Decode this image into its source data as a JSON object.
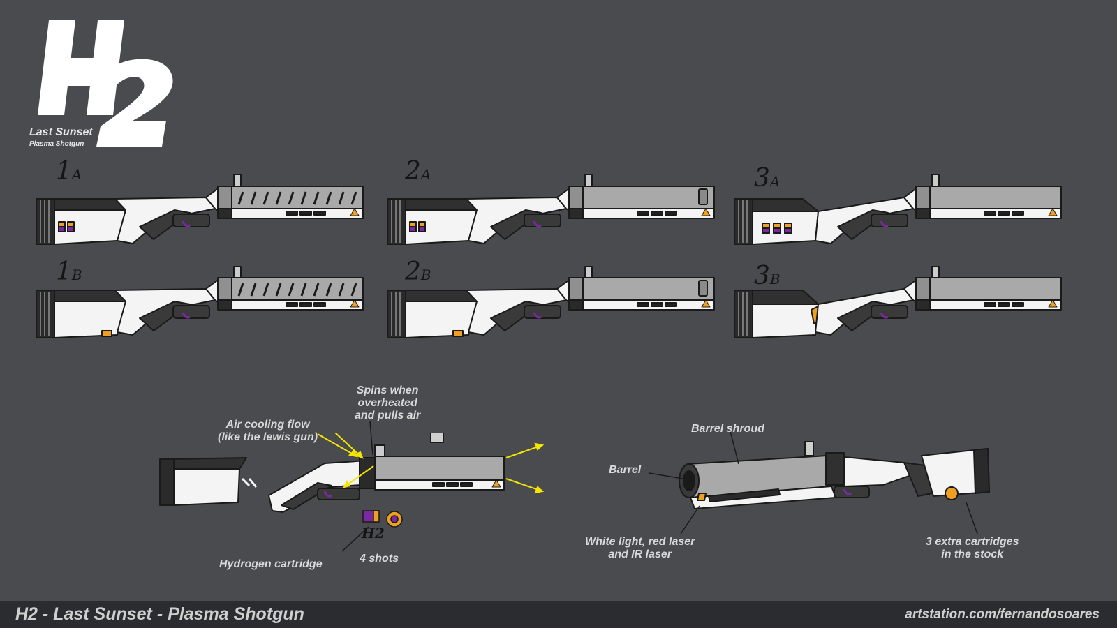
{
  "logo": {
    "mark": "H2",
    "title": "Last Sunset",
    "subtitle": "Plasma Shotgun"
  },
  "variants": [
    {
      "number": "1",
      "letter": "A",
      "shroud": "vented"
    },
    {
      "number": "2",
      "letter": "A",
      "shroud": "solid"
    },
    {
      "number": "3",
      "letter": "A",
      "shroud": "solid"
    },
    {
      "number": "1",
      "letter": "B",
      "shroud": "vented"
    },
    {
      "number": "2",
      "letter": "B",
      "shroud": "solid"
    },
    {
      "number": "3",
      "letter": "B",
      "shroud": "solid"
    }
  ],
  "annotations": {
    "fan": "Spins when\noverheated\nand pulls air",
    "air": "Air cooling flow\n(like the lewis gun)",
    "cartridge": "Hydrogen cartridge",
    "cartridge_mark": "H2",
    "shots": "4 shots",
    "barrel_shroud": "Barrel shroud",
    "barrel": "Barrel",
    "lights": "White light, red laser\nand IR laser",
    "stock_cartridges": "3 extra cartridges\nin the stock"
  },
  "colors": {
    "background": "#4a4b4f",
    "gun_body": "#f4f4f4",
    "shroud": "#a9a9a9",
    "outline": "#1a1a1a",
    "cartridge_orange": "#f0a020",
    "cartridge_purple": "#7a2aa0",
    "air_arrow": "#f5e600",
    "footer": "#2b2c2f"
  },
  "footer": {
    "title": "H2 - Last Sunset - Plasma Shotgun",
    "url": "artstation.com/fernandosoares"
  }
}
